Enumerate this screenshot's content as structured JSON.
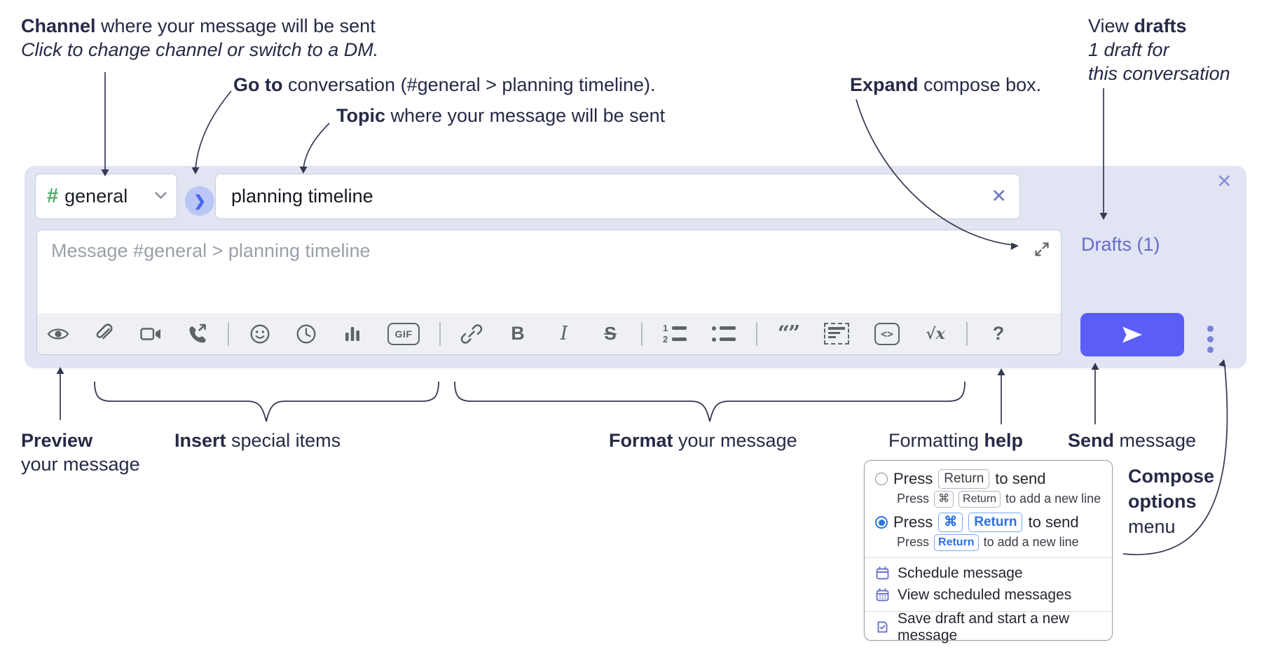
{
  "annotations": {
    "channel": {
      "bold": "Channel",
      "rest": " where your message will be sent",
      "line2": "Click to change channel or switch to a DM."
    },
    "goto": {
      "bold": "Go to",
      "rest": " conversation (#general > planning timeline)."
    },
    "topic": {
      "bold": "Topic",
      "rest": " where your message will be sent"
    },
    "expand": {
      "bold": "Expand",
      "rest": " compose box."
    },
    "drafts": {
      "pre": "View ",
      "bold": "drafts",
      "line2": "1 draft for",
      "line3": "this conversation"
    },
    "preview": {
      "bold": "Preview",
      "line2": "your message"
    },
    "insert": {
      "bold": "Insert",
      "rest": " special items"
    },
    "format": {
      "bold": "Format",
      "rest": " your message"
    },
    "help": {
      "pre": "Formatting ",
      "bold": "help"
    },
    "send": {
      "bold": "Send",
      "rest": " message"
    },
    "compose_options": {
      "line1": "Compose",
      "line2": "options",
      "line3": "menu"
    }
  },
  "compose": {
    "channel_hash": "#",
    "channel_name": "general",
    "jump_arrow": "❯",
    "topic_value": "planning timeline",
    "topic_clear": "✕",
    "close": "✕",
    "message_placeholder": "Message #general > planning timeline",
    "drafts_label": "Drafts (1)"
  },
  "toolbar": {
    "icons": [
      "preview-eye",
      "attach-paperclip",
      "video-call",
      "voice-call",
      "emoji",
      "schedule-clock",
      "poll-chart",
      "gif",
      "link",
      "bold",
      "italic",
      "strikethrough",
      "numbered-list",
      "bulleted-list",
      "quote",
      "spoiler",
      "code",
      "math",
      "help"
    ],
    "labels": {
      "gif": "GIF",
      "bold": "B",
      "italic": "I",
      "strike": "S",
      "quote": "“”",
      "code": "<>",
      "math": "√x",
      "help": "?",
      "ol1": "1",
      "ol2": "2"
    }
  },
  "popup": {
    "opt1": {
      "press": "Press",
      "key": "Return",
      "rest": "to send"
    },
    "opt1_sub": {
      "press": "Press",
      "key1": "⌘",
      "key2": "Return",
      "rest": "to add a new line"
    },
    "opt2": {
      "press": "Press",
      "key1": "⌘",
      "key2": "Return",
      "rest": "to send"
    },
    "opt2_sub": {
      "press": "Press",
      "key": "Return",
      "rest": "to add a new line"
    },
    "menu": [
      "Schedule message",
      "View scheduled messages",
      "Save draft and start a new message"
    ]
  },
  "colors": {
    "compose_bg": "#e1e4f2",
    "accent_send": "#5a5ef6",
    "drafts_link": "#666cc8",
    "hash_green": "#4fab67",
    "key_blue": "#2f6fe4"
  }
}
